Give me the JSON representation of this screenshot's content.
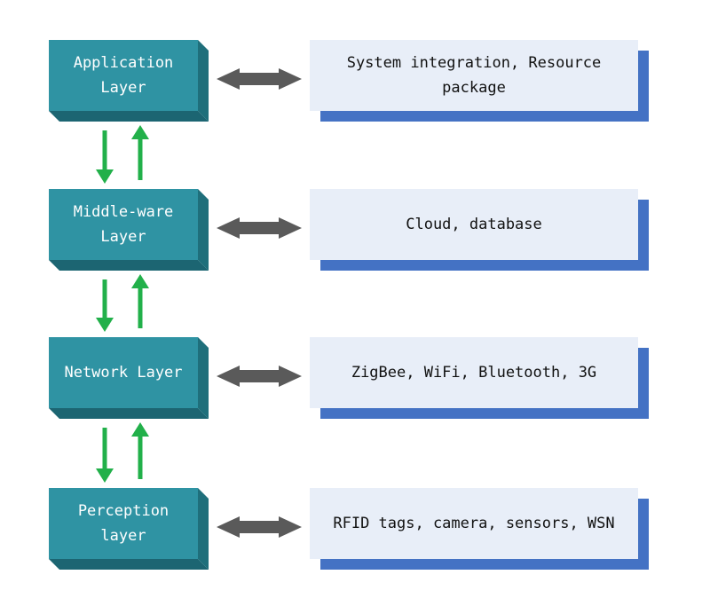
{
  "colors": {
    "layer_front": "#2f93a3",
    "layer_side": "#1f6f7b",
    "layer_bottom": "#1c6572",
    "desc_fill": "#e8eef8",
    "desc_shadow": "#4472c4",
    "connector": "#5a5a5a",
    "updown_arrow": "#22b04a"
  },
  "layers": [
    {
      "label": "Application\nLayer",
      "description": "System integration, Resource\npackage"
    },
    {
      "label": "Middle-ware\nLayer",
      "description": "Cloud, database"
    },
    {
      "label": "Network Layer",
      "description": "ZigBee, WiFi, Bluetooth, 3G"
    },
    {
      "label": "Perception\nlayer",
      "description": "RFID tags, camera, sensors, WSN"
    }
  ]
}
